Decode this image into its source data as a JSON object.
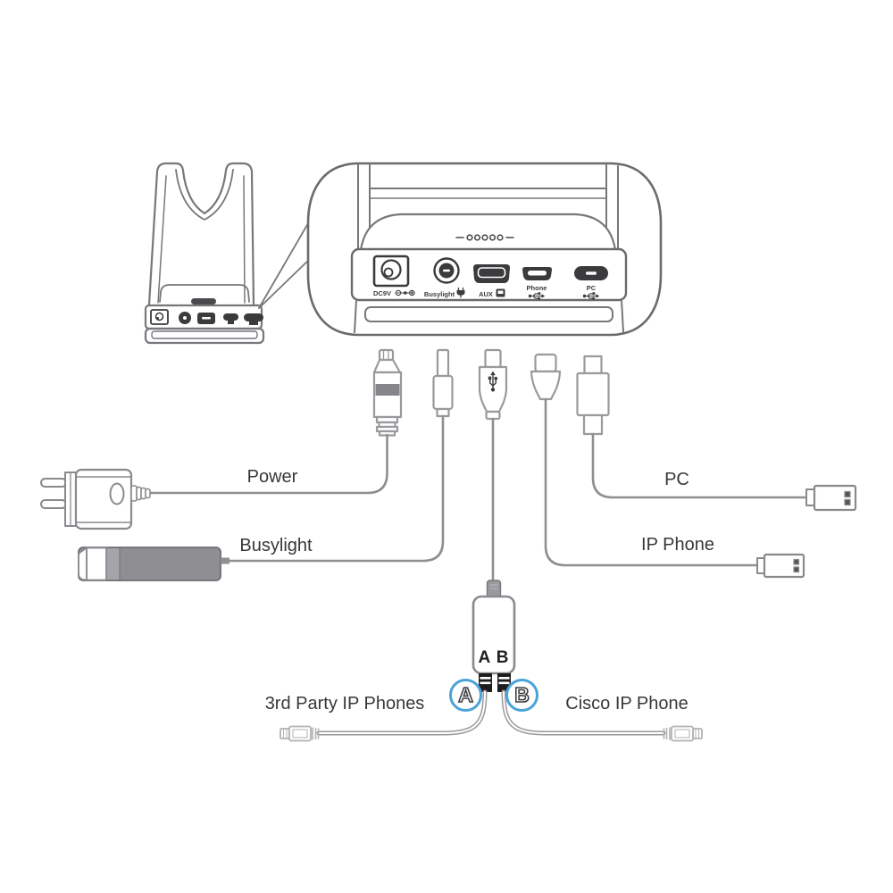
{
  "labels": {
    "power": "Power",
    "busylight": "Busylight",
    "pc": "PC",
    "ip_phone": "IP Phone",
    "third_party_ip_phones": "3rd Party IP Phones",
    "cisco_ip_phone": "Cisco IP Phone"
  },
  "splitter": {
    "label": "A B",
    "port_a": "A",
    "port_b": "B"
  },
  "rear_panel_ports": [
    {
      "name": "dc-power",
      "label": "DC9V"
    },
    {
      "name": "busylight",
      "label": "Busylight"
    },
    {
      "name": "aux",
      "label": "AUX"
    },
    {
      "name": "phone",
      "label": "Phone"
    },
    {
      "name": "pc",
      "label": "PC"
    }
  ],
  "colors": {
    "background": "#ffffff",
    "line_art": "#77777c",
    "dark_ports": "#3b3b3e",
    "label_text": "#38383a",
    "badge_ring": "#4aa3d8",
    "busylight_body": "#8f8f93"
  }
}
